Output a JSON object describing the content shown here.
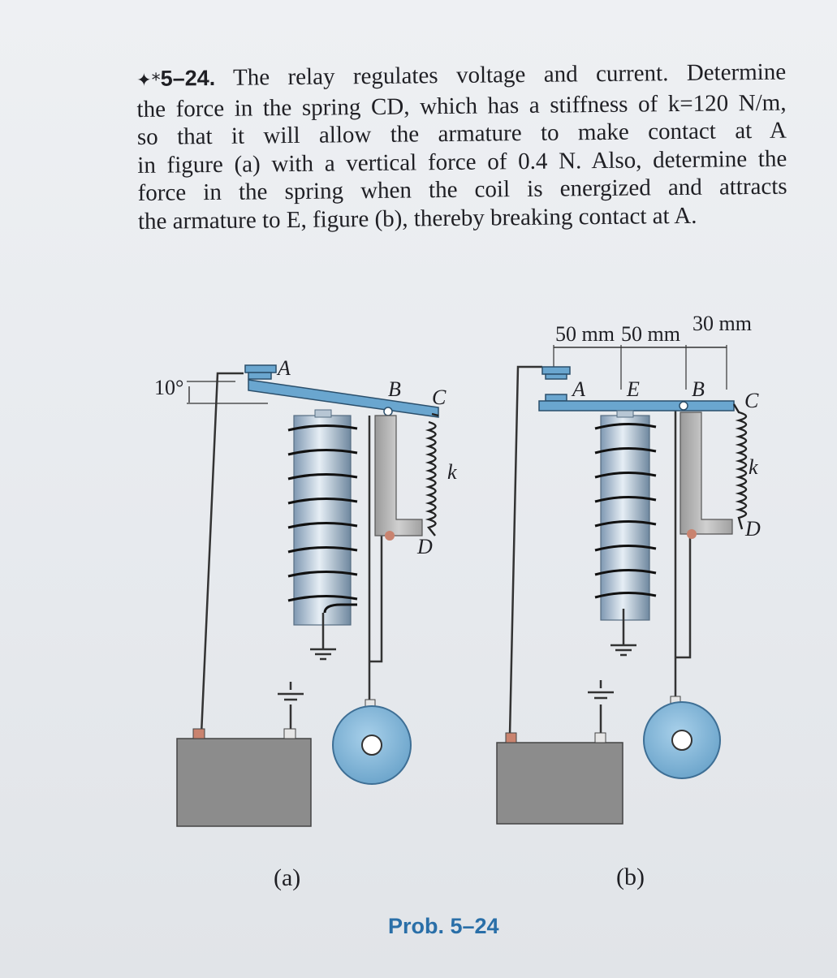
{
  "problem": {
    "marker": "✦*",
    "number": "5–24.",
    "lines": [
      "The relay regulates voltage and current. Determine",
      "the force in the spring CD, which has a stiffness of k=120 N/m,",
      "so that it will allow the armature to make contact at A",
      "in figure (a) with a vertical force of 0.4 N. Also, determine the",
      "force in the spring when the coil is energized and attracts",
      "the armature to E, figure (b), thereby breaking contact at A."
    ]
  },
  "figure_a": {
    "angle_label": "10°",
    "point_A": "A",
    "point_B": "B",
    "point_C": "C",
    "point_D": "D",
    "spring_label": "k",
    "caption": "(a)"
  },
  "figure_b": {
    "dim_1": "50 mm",
    "dim_2": "50 mm",
    "dim_3": "30 mm",
    "point_A": "A",
    "point_E": "E",
    "point_B": "B",
    "point_C": "C",
    "point_D": "D",
    "spring_label": "k",
    "caption": "(b)"
  },
  "problem_caption": "Prob. 5–24",
  "colors": {
    "armature": "#6aa6cf",
    "coil_core": "#a9bfd3",
    "battery": "#8c8c8c",
    "bell": "#7fb4d8",
    "contact": "#c9836f"
  }
}
